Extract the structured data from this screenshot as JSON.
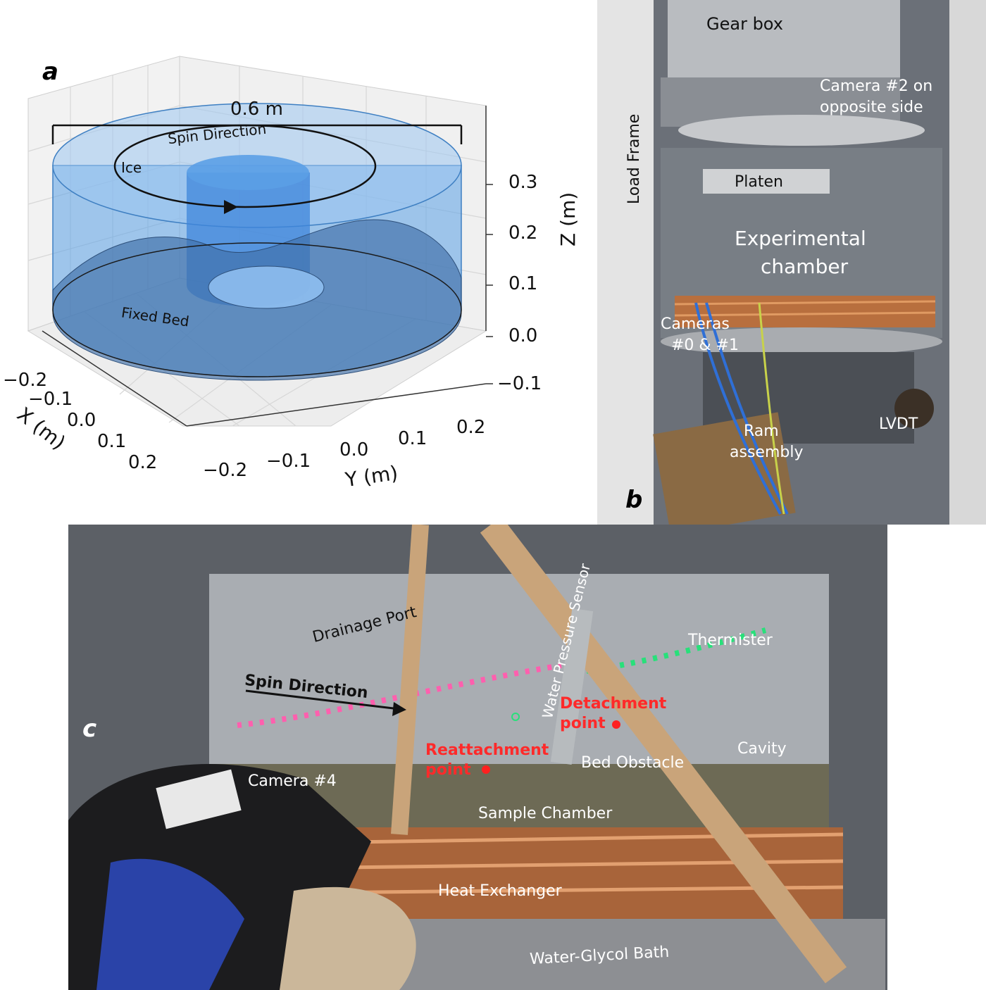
{
  "panel_a": {
    "letter": "a",
    "dimension_label": "0.6 m",
    "spin_label": "Spin Direction",
    "ice_label": "Ice",
    "bed_label": "Fixed Bed",
    "z_axis_label": "Z (m)",
    "x_axis_label": "X (m)",
    "y_axis_label": "Y (m)",
    "z_ticks": [
      "0.3",
      "0.2",
      "0.1",
      "0.0",
      "−0.1"
    ],
    "x_ticks": [
      "−0.2",
      "−0.1",
      "0.0",
      "0.1",
      "0.2"
    ],
    "y_ticks": [
      "−0.2",
      "−0.1",
      "0.0",
      "0.1",
      "0.2"
    ],
    "colors": {
      "ice": "#5aa0e6",
      "bed": "#3f6fa8"
    }
  },
  "panel_b": {
    "letter": "b",
    "labels": {
      "gear_box": "Gear box",
      "camera2": "Camera #2 on",
      "camera2_b": "opposite side",
      "load_frame": "Load Frame",
      "platen": "Platen",
      "chamber_a": "Experimental",
      "chamber_b": "chamber",
      "cameras_a": "Cameras",
      "cameras_b": "#0 & #1",
      "ram_a": "Ram",
      "ram_b": "assembly",
      "lvdt": "LVDT"
    }
  },
  "panel_c": {
    "letter": "c",
    "labels": {
      "drainage": "Drainage Port",
      "water_pressure": "Water Pressure Sensor",
      "thermister": "Thermister",
      "spin": "Spin Direction",
      "detach_a": "Detachment",
      "detach_b": "point",
      "reattach_a": "Reattachment",
      "reattach_b": "point",
      "bed_obstacle": "Bed Obstacle",
      "cavity": "Cavity",
      "camera4": "Camera #4",
      "sample_chamber": "Sample Chamber",
      "heat_exchanger": "Heat Exchanger",
      "bath": "Water-Glycol Bath"
    }
  }
}
